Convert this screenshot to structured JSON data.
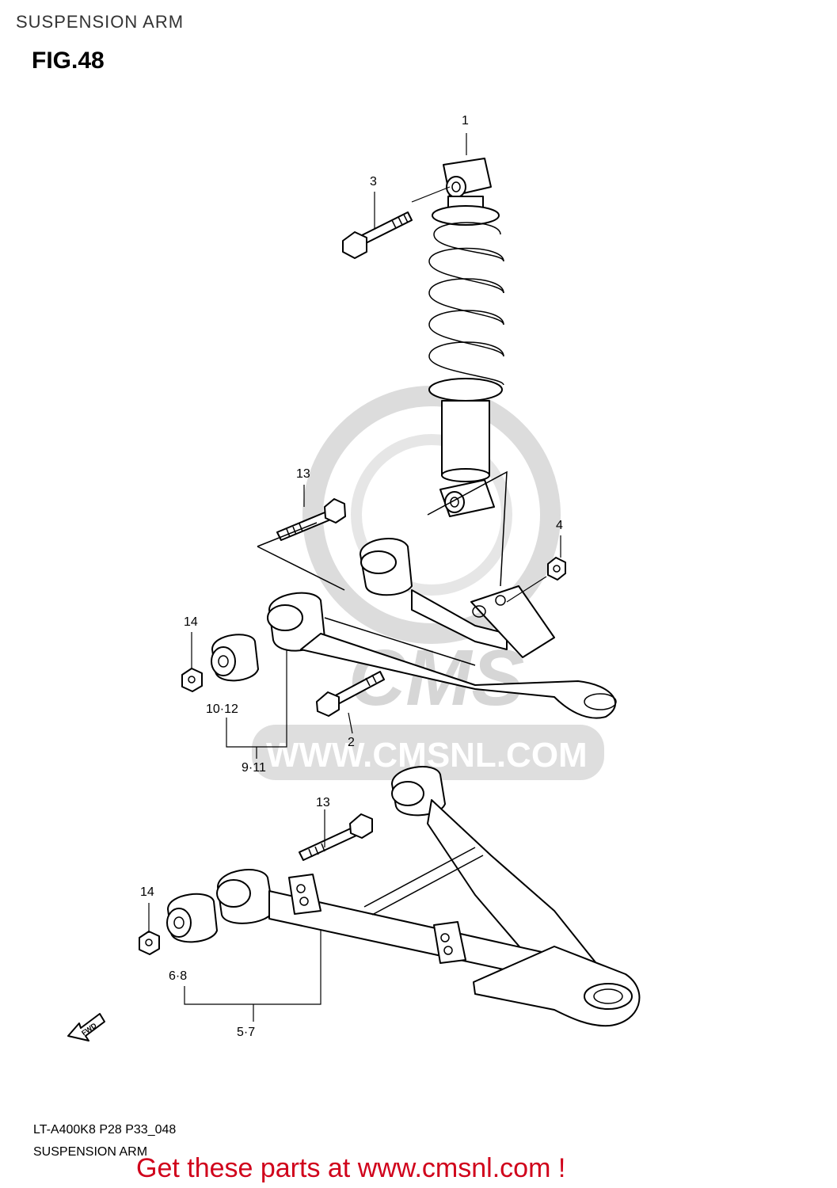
{
  "header": {
    "title": "SUSPENSION ARM",
    "figure": "FIG.48"
  },
  "callouts": {
    "c1": "1",
    "c2": "2",
    "c3": "3",
    "c4": "4",
    "c13a": "13",
    "c13b": "13",
    "c14a": "14",
    "c14b": "14",
    "c10_12": "10·12",
    "c9_11": "9·11",
    "c6_8": "6·8",
    "c5_7": "5·7"
  },
  "direction_marker": "FWD",
  "watermark": {
    "brand": "CMS",
    "url": "WWW.CMSNL.COM"
  },
  "footer": {
    "model_code": "LT-A400K8 P28 P33_048",
    "title": "SUSPENSION ARM",
    "promo": "Get these parts at www.cmsnl.com !"
  },
  "colors": {
    "promo": "#d0021b",
    "watermark": "#dcdcdc",
    "line": "#000000"
  }
}
